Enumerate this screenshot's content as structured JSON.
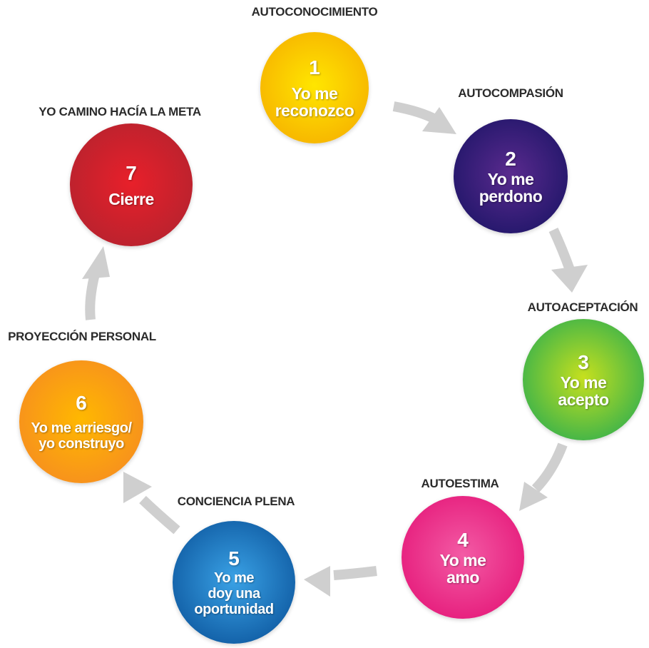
{
  "diagram": {
    "type": "cycle",
    "arrow_color": "#cfcfcf",
    "steps": [
      {
        "number": "1",
        "text": [
          "Yo me",
          "reconozco"
        ],
        "label": "AUTOCONOCIMIENTO",
        "color_center": "#ffe600",
        "color_edge": "#f7b500"
      },
      {
        "number": "2",
        "text": [
          "Yo me",
          "perdono"
        ],
        "label": "AUTOCOMPASIÓN",
        "color_center": "#5a2a8e",
        "color_edge": "#23176b"
      },
      {
        "number": "3",
        "text": [
          "Yo me",
          "acepto"
        ],
        "label": "AUTOACEPTACIÓN",
        "color_center": "#c6e01e",
        "color_edge": "#3db34a"
      },
      {
        "number": "4",
        "text": [
          "Yo me",
          "amo"
        ],
        "label": "AUTOESTIMA",
        "color_center": "#f35ba5",
        "color_edge": "#e61d7c"
      },
      {
        "number": "5",
        "text": [
          "Yo me",
          "doy una",
          "oportunidad"
        ],
        "label": "CONCIENCIA PLENA",
        "color_center": "#3aa2e6",
        "color_edge": "#115ea5"
      },
      {
        "number": "6",
        "text": [
          "Yo me arriesgo/",
          "yo construyo"
        ],
        "label": "PROYECCIÓN PERSONAL",
        "color_center": "#ffb800",
        "color_edge": "#f7901e"
      },
      {
        "number": "7",
        "text": [
          "Cierre"
        ],
        "label": "YO CAMINO HACÍA LA META",
        "color_center": "#e8202a",
        "color_edge": "#b9222e"
      }
    ]
  }
}
